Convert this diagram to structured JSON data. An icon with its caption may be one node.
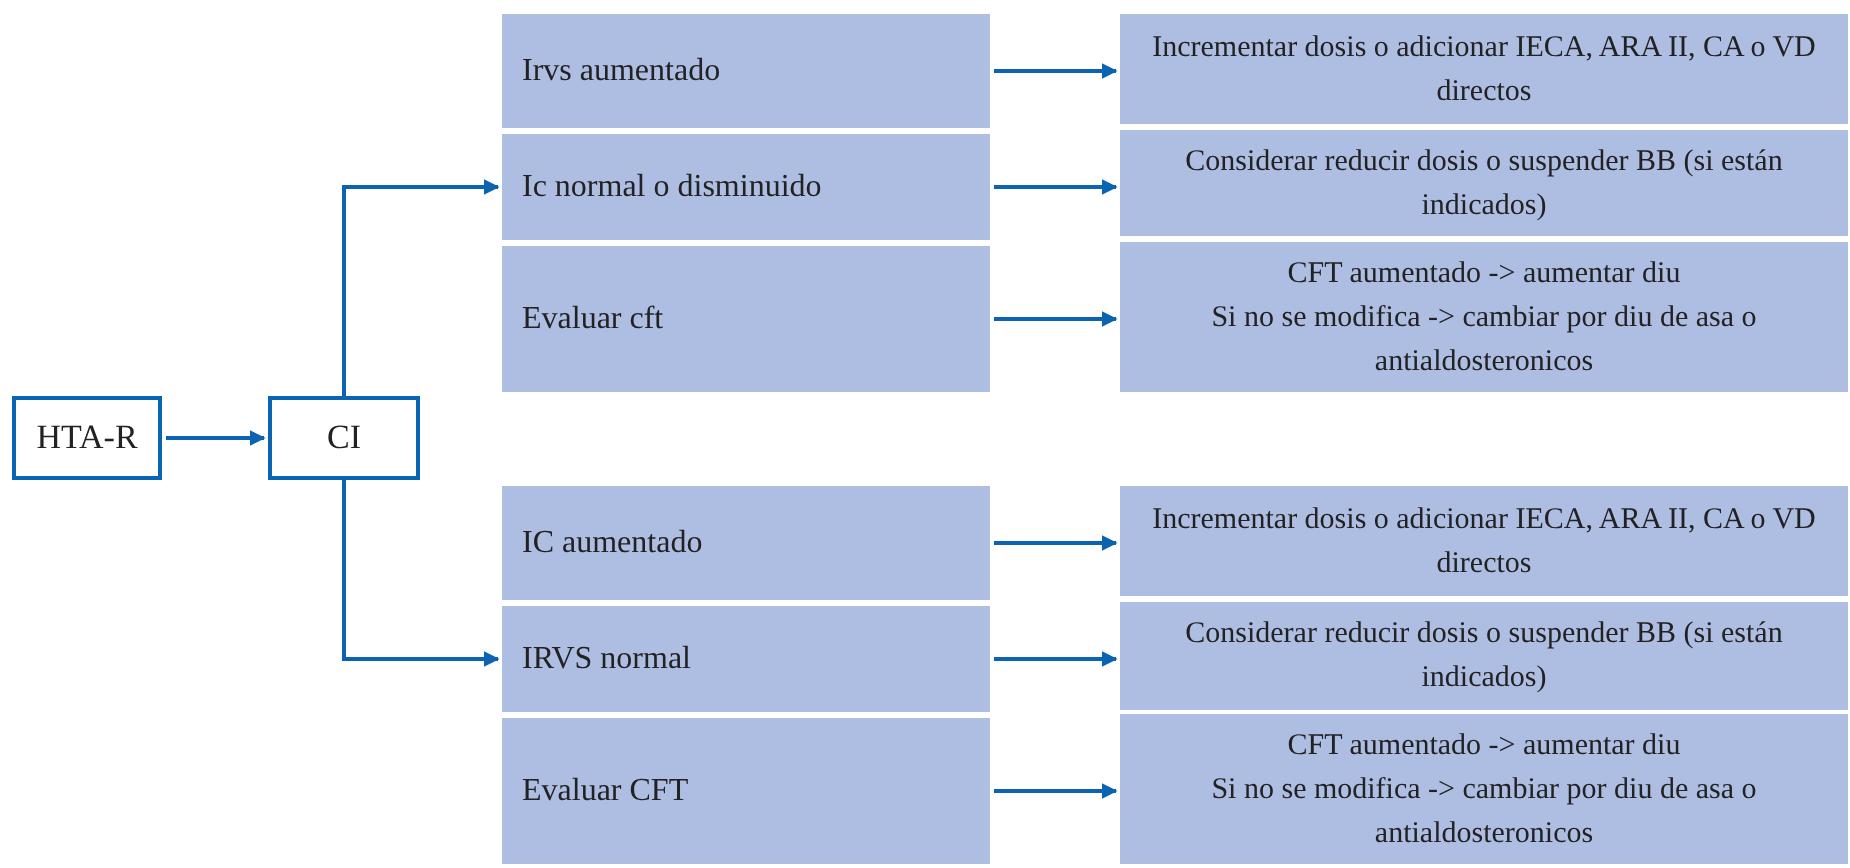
{
  "diagram": {
    "nodes": [
      {
        "text": [
          "HTA-R"
        ]
      },
      {
        "text": [
          "CI"
        ]
      },
      {
        "text": [
          "Irvs aumentado"
        ]
      },
      {
        "text": [
          "Incrementar dosis o adicionar IECA, ARA II, CA o VD directos"
        ]
      },
      {
        "text": [
          "Ic normal o disminuido"
        ]
      },
      {
        "text": [
          "Considerar reducir dosis o suspender BB (si están indicados)"
        ]
      },
      {
        "text": [
          "Evaluar cft"
        ]
      },
      {
        "text": [
          "CFT aumentado -> aumentar diu",
          "Si no se modifica -> cambiar por diu de asa o antialdosteronicos"
        ]
      },
      {
        "text": [
          "IC aumentado"
        ]
      },
      {
        "text": [
          "Incrementar dosis o adicionar IECA, ARA II, CA o VD directos"
        ]
      },
      {
        "text": [
          "IRVS normal"
        ]
      },
      {
        "text": [
          "Considerar reducir dosis o suspender BB (si están indicados)"
        ]
      },
      {
        "text": [
          "Evaluar CFT"
        ]
      },
      {
        "text": [
          "CFT aumentado -> aumentar diu",
          "Si no se modifica -> cambiar por diu de asa o antialdosteronicos"
        ]
      }
    ],
    "edges": [
      {
        "from": 0,
        "to": 1,
        "arrow": "to"
      },
      {
        "from": 1,
        "to": 4,
        "arrow": "to"
      },
      {
        "from": 1,
        "to": 10,
        "arrow": "to"
      },
      {
        "from": 2,
        "to": 3,
        "arrow": "to"
      },
      {
        "from": 4,
        "to": 5,
        "arrow": "to"
      },
      {
        "from": 6,
        "to": 7,
        "arrow": "to"
      },
      {
        "from": 8,
        "to": 9,
        "arrow": "to"
      },
      {
        "from": 10,
        "to": 11,
        "arrow": "to"
      },
      {
        "from": 12,
        "to": 13,
        "arrow": "to"
      }
    ]
  }
}
